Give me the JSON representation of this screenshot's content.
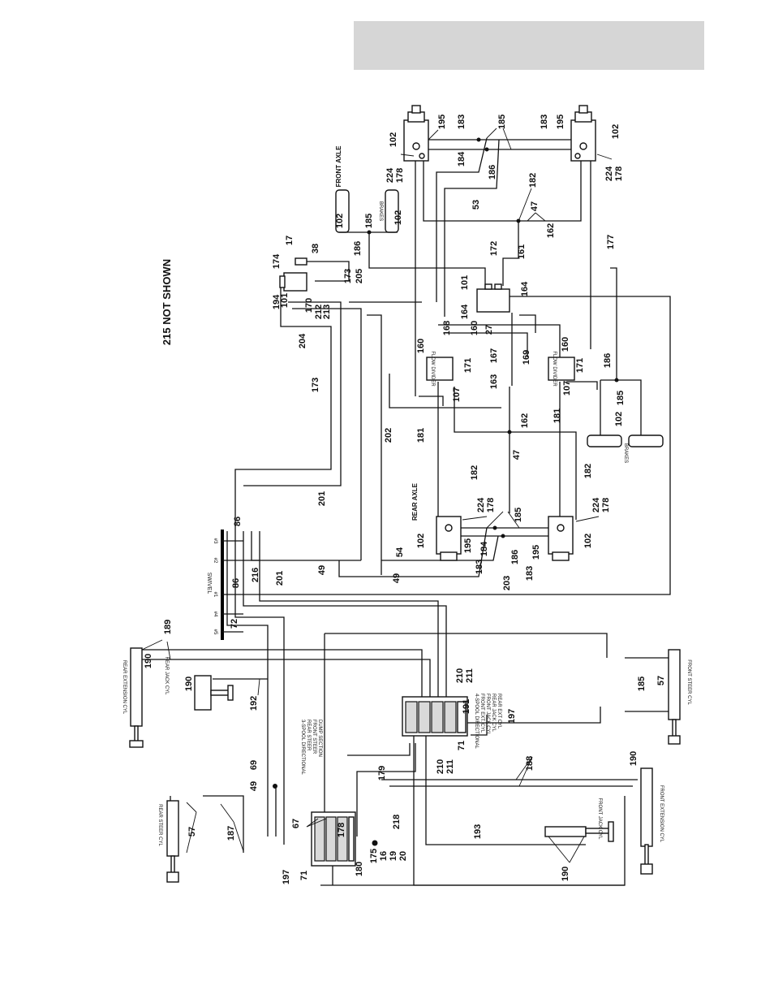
{
  "header": {
    "text": ""
  },
  "notes": {
    "not_shown": "215 NOT SHOWN"
  },
  "components": {
    "front_axle": "FRONT AXLE",
    "rear_axle": "REAR AXLE",
    "brakes_top": "BRAKES",
    "brakes_bottom": "BRAKES",
    "swivel": "SWIVEL",
    "swivel_ports": [
      "#5",
      "#4",
      "#1",
      "#2",
      "#3"
    ],
    "flow_divider": "FLOW DIVIDER",
    "rear_extension_cyl": "REAR EXTENSION CYL",
    "rear_jack_cyl": "REAR JACK CYL",
    "rear_steer_cyl": "REAR STEER CYL",
    "front_steer_cyl": "FRONT STEER CYL",
    "front_extension_cyl": "FRONT EXTENSION CYL",
    "front_jack_cyl": "FRONT JACK CYL",
    "valve_3spool": [
      "3-SPOOL DIRECTIONAL",
      "REAR STEER",
      "FRONT STEER",
      "DUMP SECTION"
    ],
    "valve_4spool": [
      "4-SPOOL DIRECTIONAL",
      "FRONT EXT. CYL",
      "FRONT JACK CYL",
      "REAR JACK CYL",
      "REAR EXT CYL"
    ]
  },
  "callouts": {
    "c195a": "195",
    "c183a": "183",
    "c185a": "185",
    "c183b": "183",
    "c195b": "195",
    "c102a": "102",
    "c102b": "102",
    "c184a": "184",
    "c186a": "186",
    "c224a": "224",
    "c178a": "178",
    "c224b": "224",
    "c178b": "178",
    "c182a": "182",
    "c47a": "47",
    "c162a": "162",
    "c53": "53",
    "c161": "161",
    "c177": "177",
    "c102c": "102",
    "c185b": "185",
    "c102d": "102",
    "c186b": "186",
    "c205": "205",
    "c173a": "173",
    "c38": "38",
    "c17": "17",
    "c174": "174",
    "c194": "194",
    "c101a": "101",
    "c170": "170",
    "c212": "212",
    "c213": "213",
    "c101b": "101",
    "c172": "172",
    "c164a": "164",
    "c164b": "164",
    "c160a": "160",
    "c27": "27",
    "c204": "204",
    "c168": "168",
    "c160b": "160",
    "c171a": "171",
    "c167": "167",
    "c169": "169",
    "c160c": "160",
    "c171b": "171",
    "c173b": "173",
    "c107a": "107",
    "c163": "163",
    "c107b": "107",
    "c181a": "181",
    "c181b": "181",
    "c186c": "186",
    "c185c": "185",
    "c102e": "102",
    "c202": "202",
    "c162b": "162",
    "c47b": "47",
    "c182b": "182",
    "c182c": "182",
    "c201a": "201",
    "c224c": "224",
    "c178c": "178",
    "c224d": "224",
    "c178d": "178",
    "c185d": "185",
    "c102f": "102",
    "c195c": "195",
    "c184b": "184",
    "c186d": "186",
    "c195d": "195",
    "c102g": "102",
    "c183c": "183",
    "c203": "203",
    "c183d": "183",
    "c86a": "86",
    "c86b": "86",
    "c216": "216",
    "c201b": "201",
    "c49a": "49",
    "c54": "54",
    "c49b": "49",
    "c72": "72",
    "c189": "189",
    "c190a": "190",
    "c190b": "190",
    "c192": "192",
    "c210a": "210",
    "c211a": "211",
    "c191": "191",
    "c197a": "197",
    "c71a": "71",
    "c210b": "210",
    "c211b": "211",
    "c185e": "185",
    "c57a": "57",
    "c69": "69",
    "c49c": "49",
    "c179": "179",
    "c188": "188",
    "c190c": "190",
    "c57b": "57",
    "c187": "187",
    "c178e": "178",
    "c67": "67",
    "c218": "218",
    "c193": "193",
    "c197b": "197",
    "c71b": "71",
    "c180": "180",
    "c175": "175",
    "c16": "16",
    "c19": "19",
    "c20": "20",
    "c190d": "190"
  }
}
